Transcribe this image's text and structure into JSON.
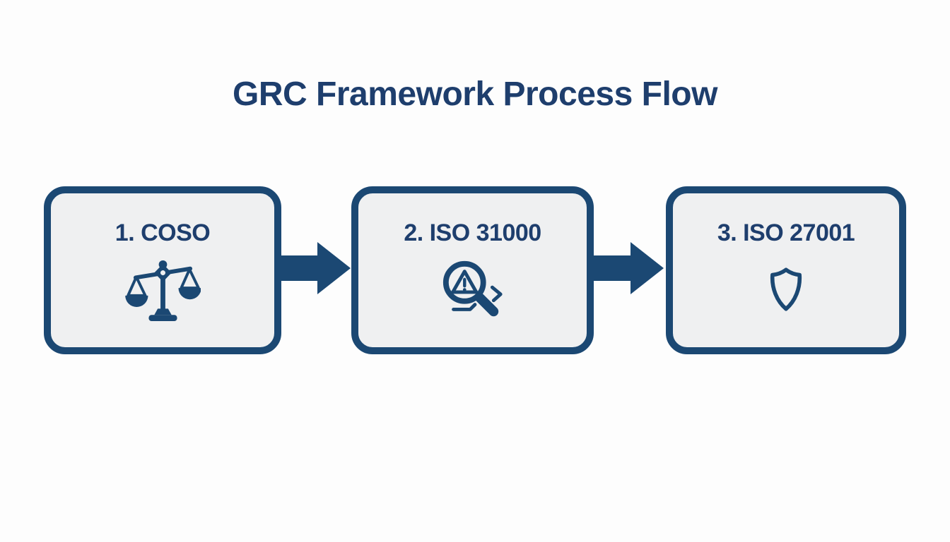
{
  "title": "GRC Framework Process Flow",
  "colors": {
    "navy": "#1b4873",
    "text_navy": "#1e3e6d",
    "box_fill": "#eff0f1",
    "background": "#fdfdfd"
  },
  "steps": [
    {
      "label": "1. COSO",
      "icon": "balance-scale-icon"
    },
    {
      "label": "2. ISO 31000",
      "icon": "risk-magnifier-icon"
    },
    {
      "label": "3. ISO 27001",
      "icon": "shield-icon"
    }
  ],
  "connectors": [
    {
      "icon": "arrow-right-icon"
    },
    {
      "icon": "arrow-right-icon"
    }
  ]
}
